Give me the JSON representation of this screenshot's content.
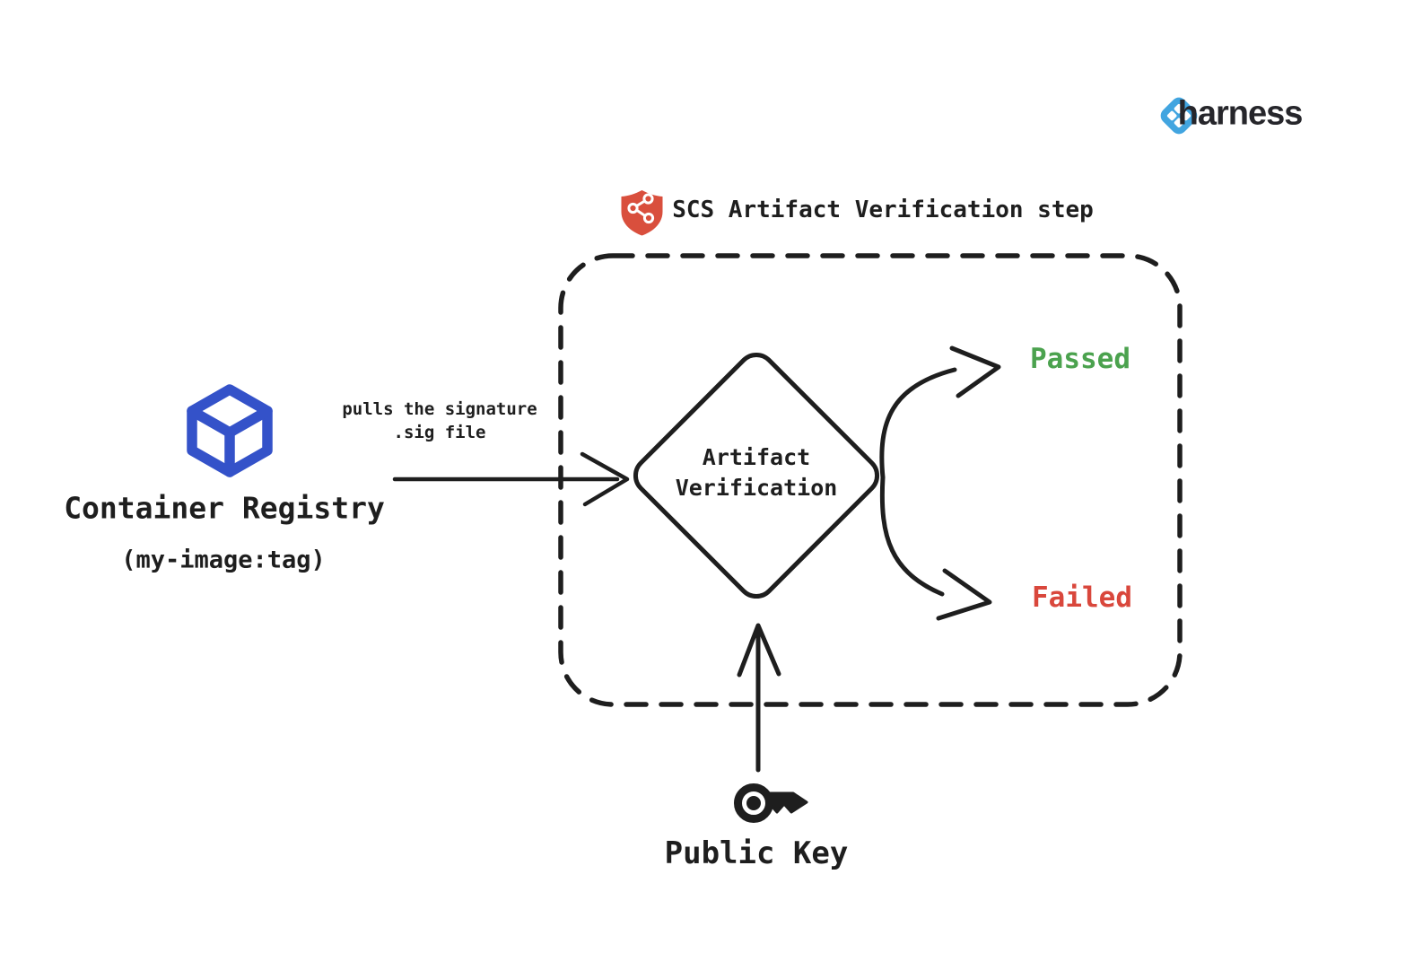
{
  "brand": {
    "name": "harness",
    "icon": "harness-logo-icon",
    "icon_color": "#42a5e0",
    "text_color": "#26262b"
  },
  "step": {
    "title": "SCS Artifact Verification step",
    "icon": "shield-supply-chain-icon",
    "icon_color": "#d94f3d"
  },
  "source": {
    "label": "Container Registry",
    "sublabel": "(my-image:tag)",
    "icon": "container-cube-icon",
    "icon_color": "#3452c9"
  },
  "pull_arrow": {
    "label_line1": "pulls the signature",
    "label_line2": ".sig file"
  },
  "decision": {
    "line1": "Artifact",
    "line2": "Verification"
  },
  "outcomes": {
    "passed": {
      "label": "Passed",
      "color": "#4ba24e"
    },
    "failed": {
      "label": "Failed",
      "color": "#d9473c"
    }
  },
  "key_input": {
    "label": "Public Key",
    "icon": "key-icon"
  },
  "colors": {
    "ink": "#1e1e1e",
    "background": "#ffffff"
  }
}
